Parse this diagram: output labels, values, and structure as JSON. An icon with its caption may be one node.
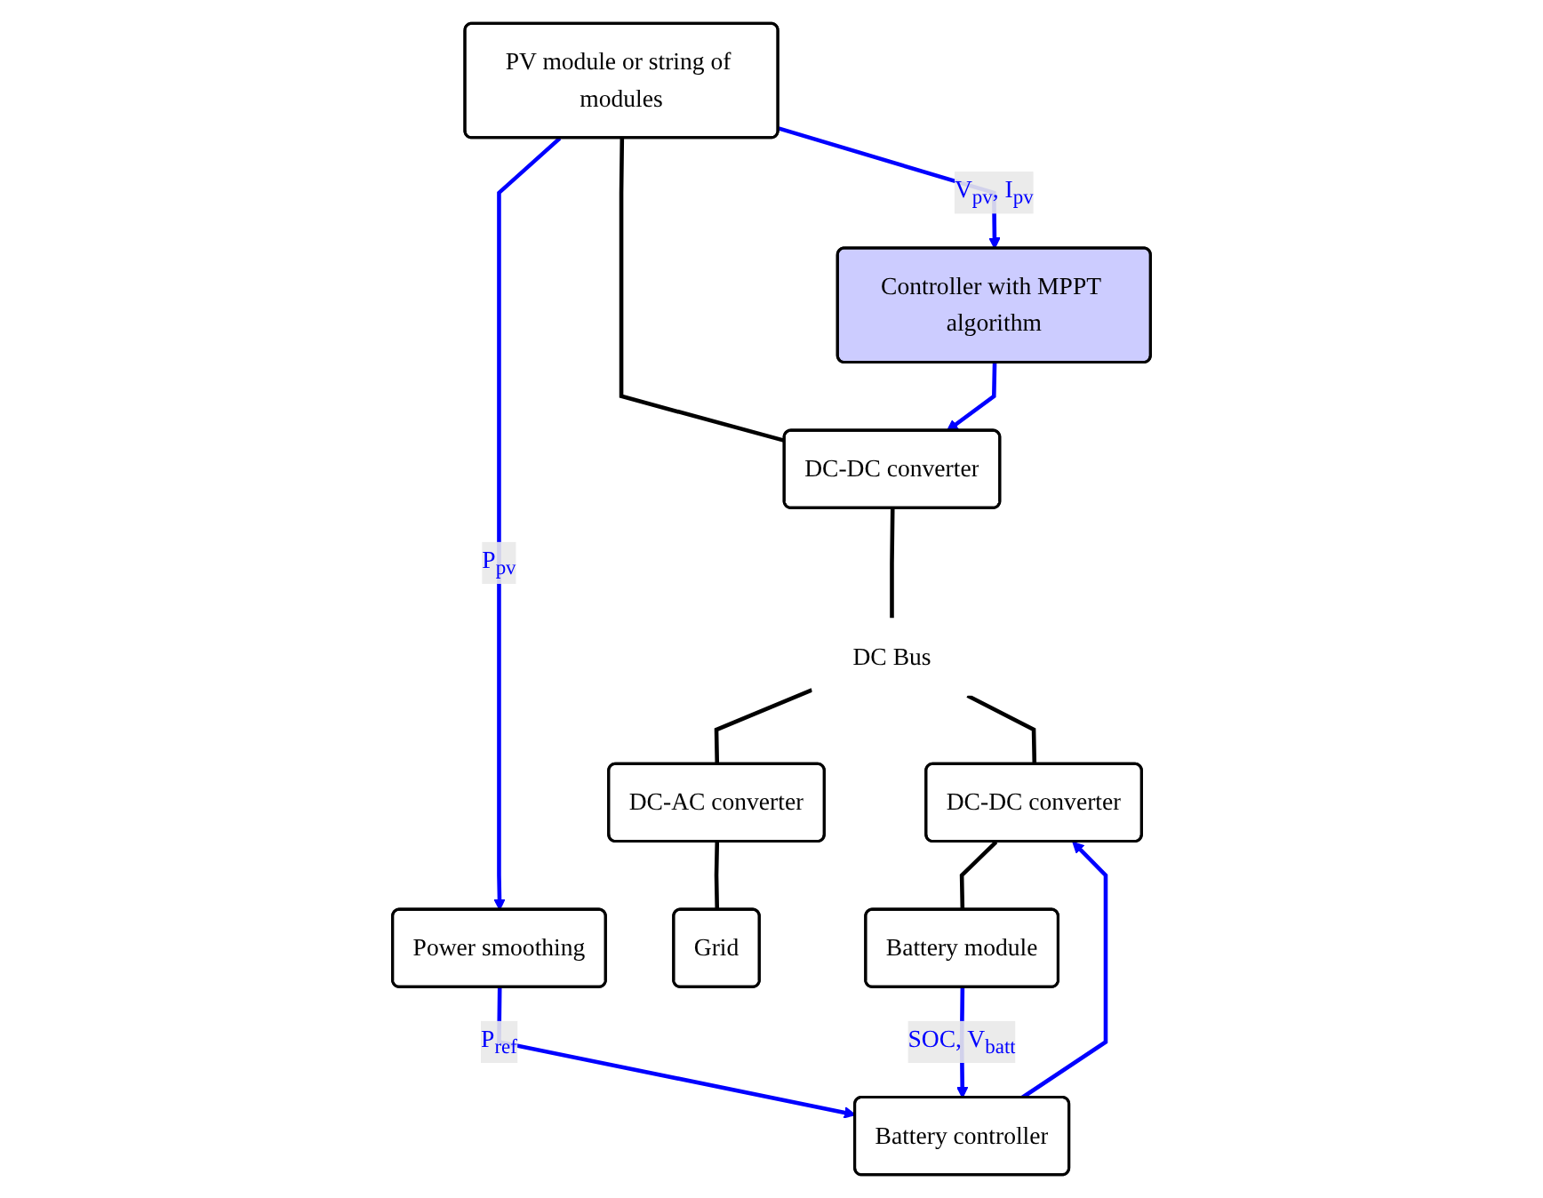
{
  "diagram": {
    "nodes": [
      {
        "text": [
          "PV module or string of modules"
        ]
      },
      {
        "text": [
          "Controller with MPPT algorithm"
        ]
      },
      {
        "text": [
          "Power smoothing"
        ]
      },
      {
        "text": [
          "DC-DC converter"
        ]
      },
      {
        "text": [
          "DC-AC converter"
        ]
      },
      {
        "text": [
          "Grid"
        ]
      },
      {
        "text": [
          "Battery controller"
        ]
      },
      {
        "text": [
          "DC-DC converter"
        ]
      },
      {
        "text": [
          "Battery module"
        ]
      },
      {
        "text": [
          "DC Bus"
        ]
      }
    ],
    "edges": [
      {
        "from": 0,
        "to": 1,
        "arrow": "to",
        "label": "V$_{pv}$, I$_{pv}$",
        "color": "#0000ff"
      },
      {
        "from": 0,
        "to": 2,
        "arrow": "to",
        "label": "P$_{pv}$",
        "color": "#0000ff"
      },
      {
        "from": 0,
        "to": 3,
        "arrow": "none",
        "color": "#000000"
      },
      {
        "from": 1,
        "to": 3,
        "arrow": "to",
        "color": "#0000ff"
      },
      {
        "from": 2,
        "to": 6,
        "arrow": "to",
        "label": "P$_{ref}$",
        "color": "#0000ff"
      },
      {
        "from": 3,
        "to": 9,
        "arrow": "none",
        "color": "#000000"
      },
      {
        "from": 9,
        "to": 7,
        "arrow": "none",
        "color": "#000000"
      },
      {
        "from": 9,
        "to": 4,
        "arrow": "none",
        "color": "#000000"
      },
      {
        "from": 4,
        "to": 5,
        "arrow": "none",
        "color": "#000000"
      },
      {
        "from": 6,
        "to": 7,
        "arrow": "to",
        "color": "#0000ff"
      },
      {
        "from": 7,
        "to": 8,
        "arrow": "none",
        "color": "#000000"
      },
      {
        "from": 8,
        "to": 6,
        "arrow": "to",
        "label": "SOC, V$_{batt}$",
        "color": "#0000ff"
      }
    ]
  }
}
